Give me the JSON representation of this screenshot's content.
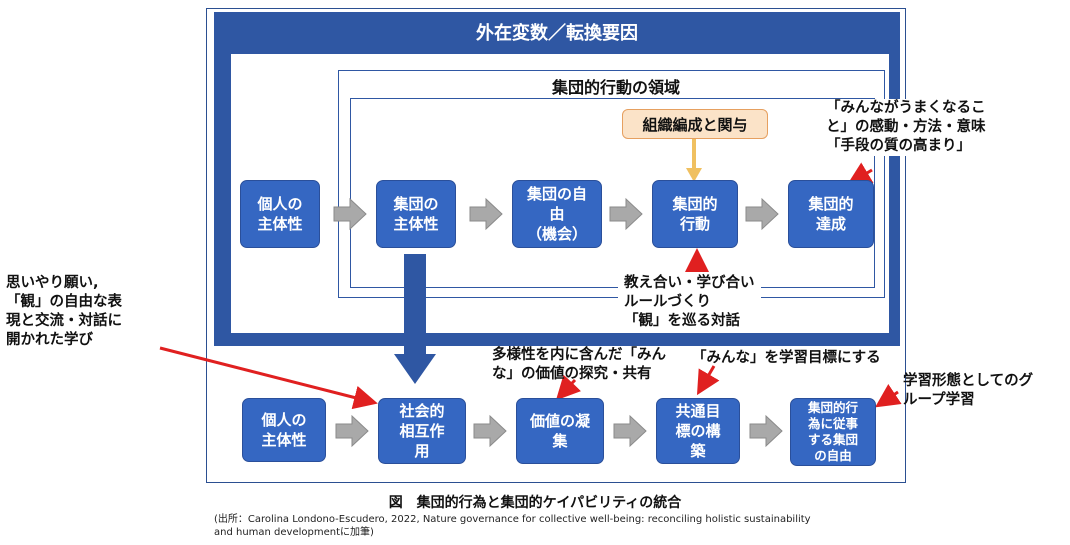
{
  "outer_label": "外在変数／転換要因",
  "region_label": "集団的行動の領域",
  "upper_nodes": {
    "individual": "個人の\n主体性",
    "group": "集団の\n主体性",
    "freedom": "集団の自\n由\n（機会）",
    "action": "集団的\n行動",
    "achievement": "集団的\n達成"
  },
  "org_box": "組織編成と関与",
  "notes": {
    "minna_umaku": "「みんながうまくなるこ\nと」の感動・方法・意味\n「手段の質の高まり」",
    "oshieai": "教え合い・学び合い\nルールづくり\n「観」を巡る対話",
    "omoiyari": "思いやり願い,\n「観」の自由な表\n現と交流・対話に\n開かれた学び",
    "tayousei": "多様性を内に含んだ「みん\nな」の価値の探究・共有",
    "minna_goal": "「みんな」を学習目標にする",
    "group_learning": "学習形態としてのグ\nループ学習"
  },
  "lower_nodes": {
    "individual": "個人の\n主体性",
    "social": "社会的\n相互作\n用",
    "values": "価値の凝\n集",
    "common_goal": "共通目\n標の構\n築",
    "freedom_action": "集団的行\n為に従事\nする集団\nの自由"
  },
  "caption": "図　集団的行為と集団的ケイパビリティの統合",
  "source_line1": "(出所：Carolina Londono-Escudero, 2022, Nature governance for collective well-being: reconciling holistic sustainability",
  "source_line2": "and human developmentに加筆)",
  "colors": {
    "primary": "#2f57a3",
    "node": "#3567c2",
    "arrow_red": "#e02020",
    "arrow_gray": "#a6a6a6",
    "orange_fill": "#fbe3c8",
    "orange_arrow": "#f0c060"
  }
}
